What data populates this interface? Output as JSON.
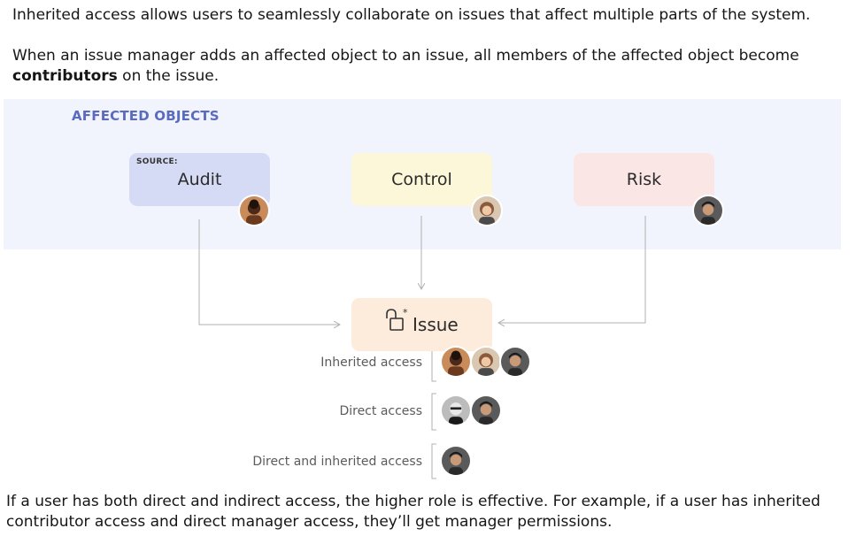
{
  "intro": {
    "line1": "Inherited access allows users to seamlessly collaborate on issues that affect multiple parts of the system.",
    "line2_prefix": "When an issue manager adds an affected object to an issue, all members of the affected object become ",
    "line2_bold": "contributors",
    "line2_suffix": " on the issue."
  },
  "affected_objects": {
    "title": "AFFECTED OBJECTS",
    "source_tag": "SOURCE:",
    "items": [
      {
        "label": "Audit",
        "color": "#d6dbf5"
      },
      {
        "label": "Control",
        "color": "#fdf7d9"
      },
      {
        "label": "Risk",
        "color": "#fbe6e6"
      }
    ]
  },
  "issue": {
    "label": "Issue",
    "color": "#fdebdc",
    "icon": "unlocked-padlock-icon"
  },
  "access": {
    "inherited": "Inherited access",
    "direct": "Direct access",
    "both": "Direct and inherited access"
  },
  "outro": "If a user has both direct and indirect access, the higher role is effective. For example, if a user has inherited contributor access and direct manager access, they’ll get manager permissions.",
  "colors": {
    "band": "#f1f3fd",
    "band_title": "#5a6bbf",
    "connector": "#b0b0b0"
  }
}
